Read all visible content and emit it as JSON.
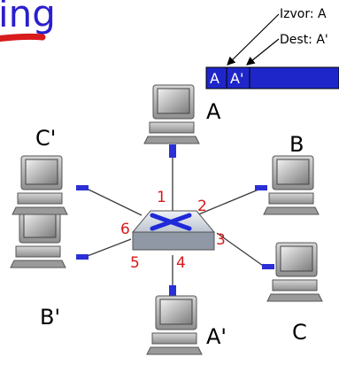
{
  "title_fragment": "ing",
  "frame": {
    "source_label": "Izvor: A",
    "dest_label": "Dest: A'",
    "field_src": "A",
    "field_dst": "A'"
  },
  "hosts": {
    "A": "A",
    "B": "B",
    "C": "C",
    "A_prime": "A'",
    "B_prime": "B'",
    "C_prime": "C'"
  },
  "ports": [
    "1",
    "2",
    "3",
    "4",
    "5",
    "6"
  ],
  "colors": {
    "title": "#2a1ecf",
    "underline": "#d81b1b",
    "frame_fill": "#1f26c9",
    "port_numbers": "#d61a1a",
    "link_connector": "#2b2fd6"
  }
}
